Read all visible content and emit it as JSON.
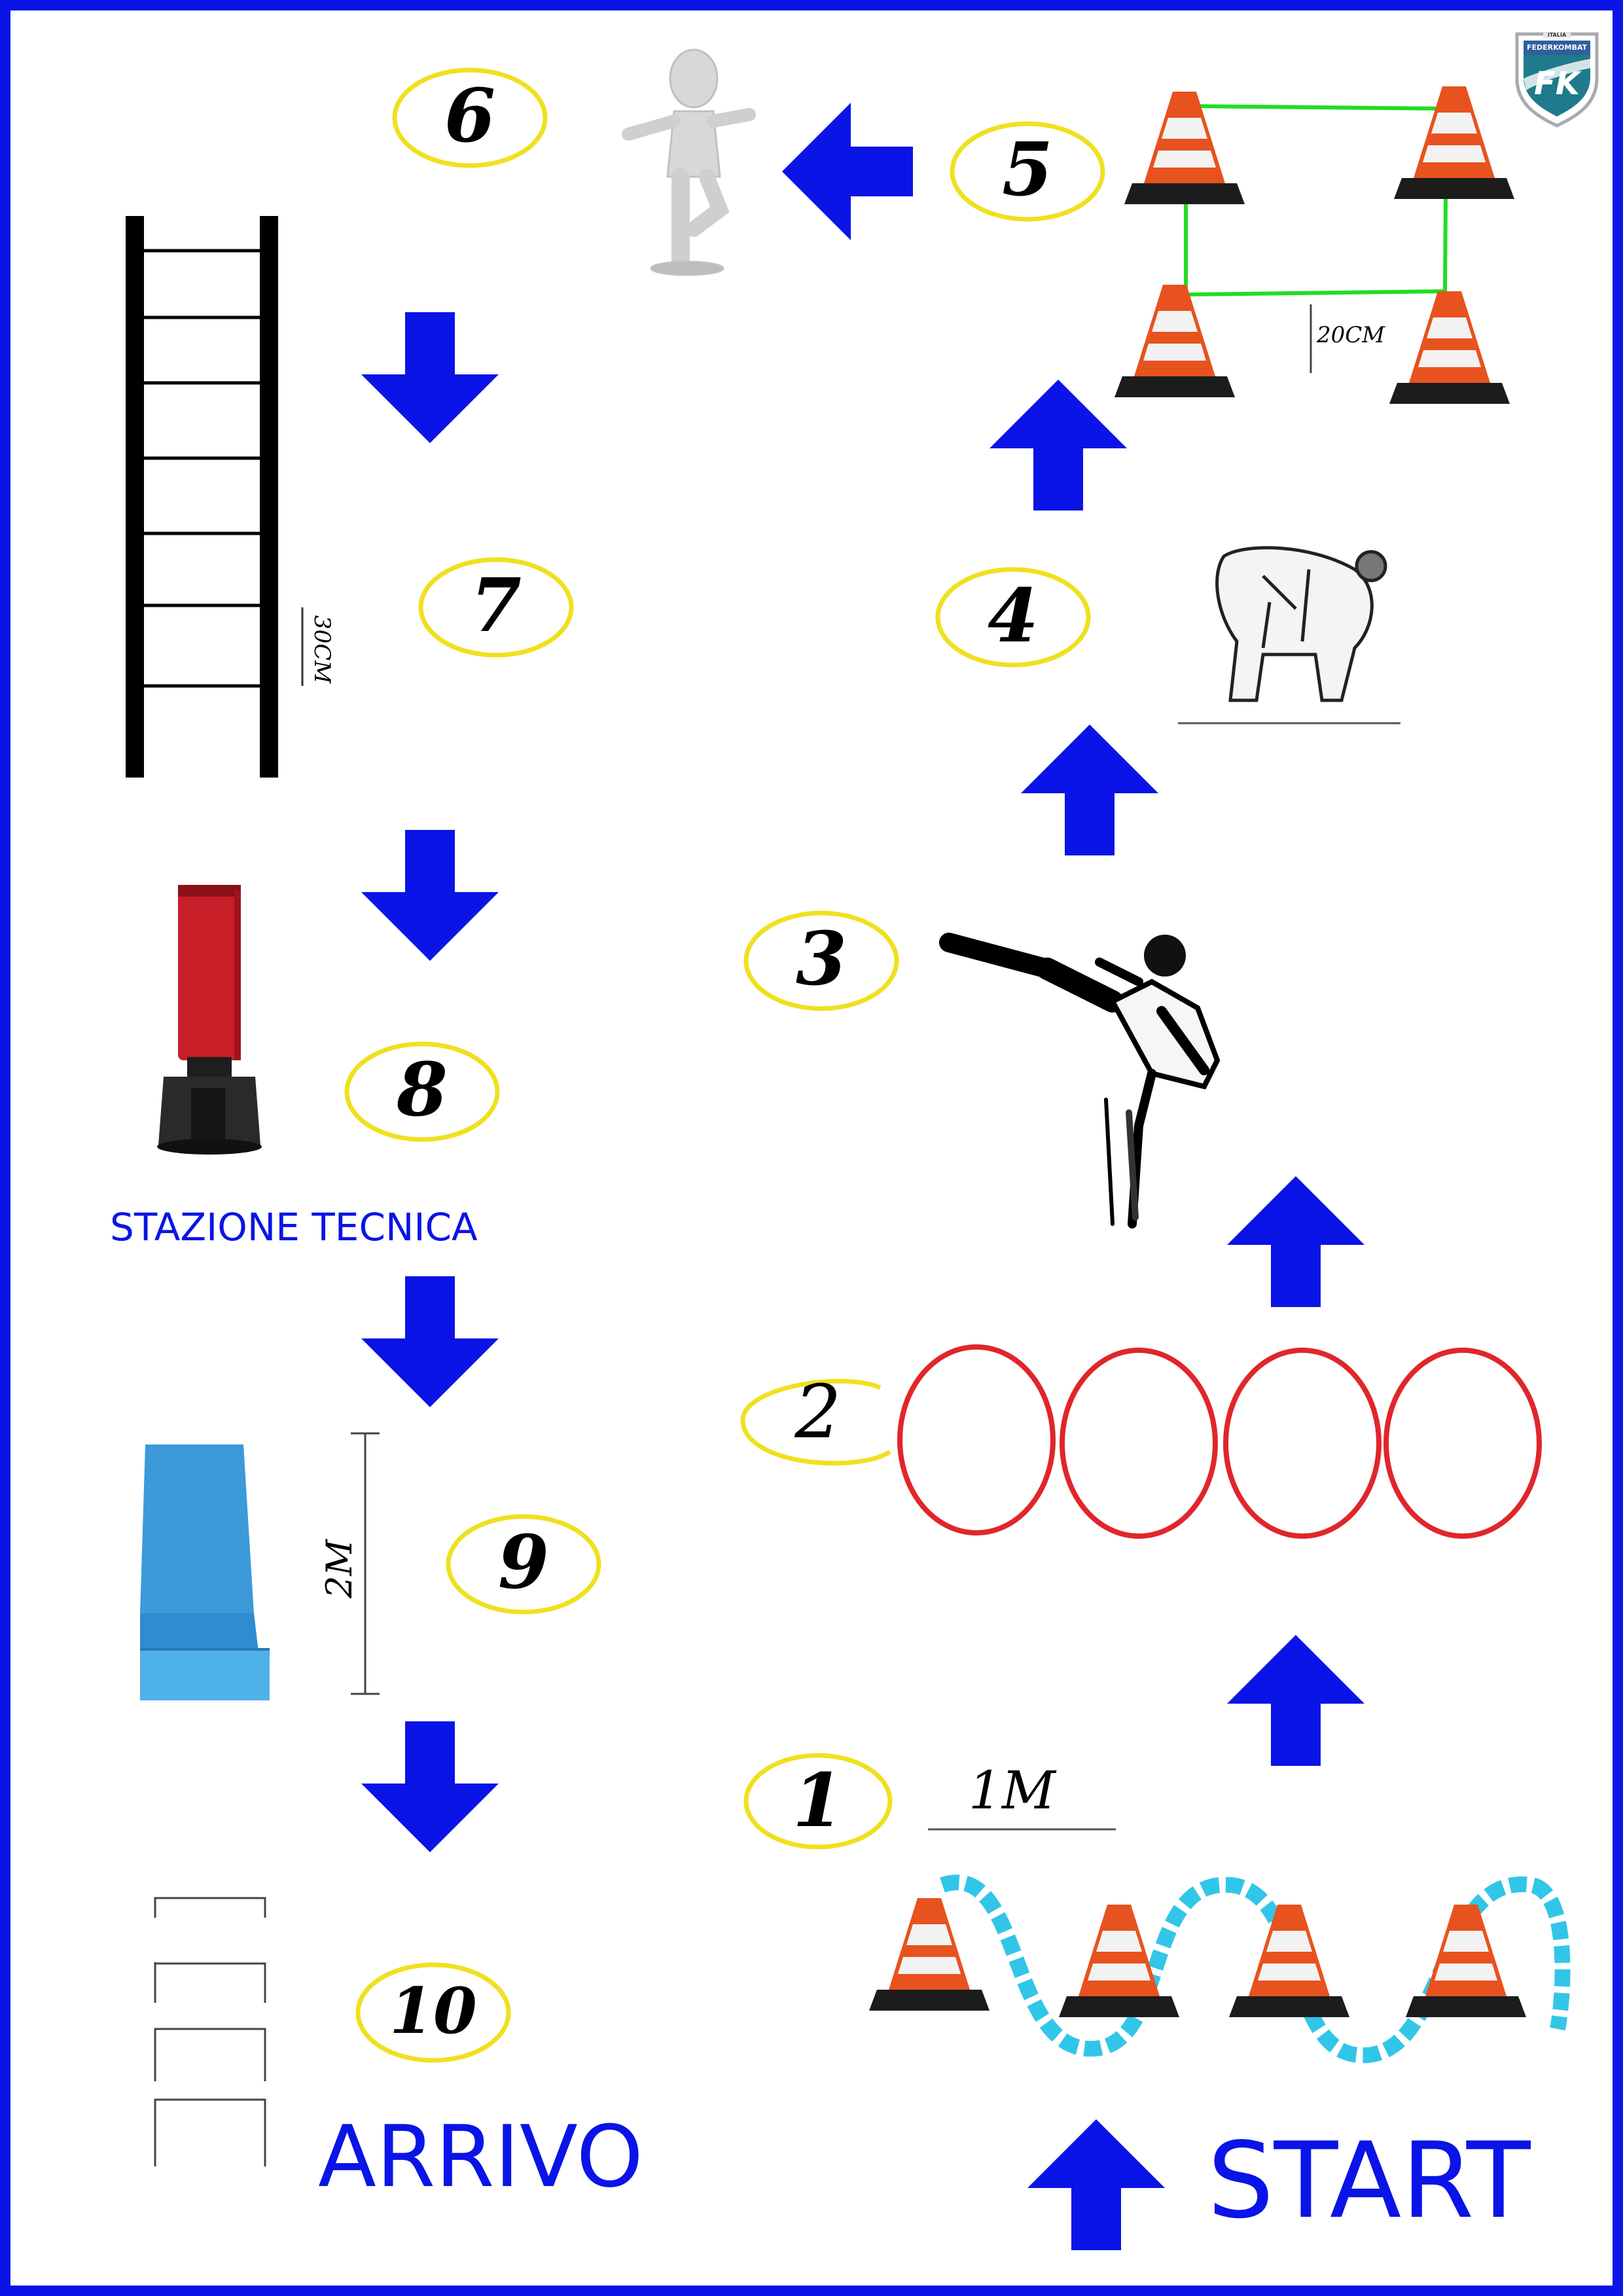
{
  "stations": [
    {
      "number": "1",
      "activity": "cone-slalom"
    },
    {
      "number": "2",
      "activity": "hoops"
    },
    {
      "number": "3",
      "activity": "high-kick"
    },
    {
      "number": "4",
      "activity": "crouch"
    },
    {
      "number": "5",
      "activity": "cone-square"
    },
    {
      "number": "6",
      "activity": "one-leg-balance"
    },
    {
      "number": "7",
      "activity": "agility-ladder"
    },
    {
      "number": "8",
      "activity": "punching-bag"
    },
    {
      "number": "9",
      "activity": "foam-beam"
    },
    {
      "number": "10",
      "activity": "hurdles"
    }
  ],
  "labels": {
    "start": "START",
    "finish": "ARRIVO",
    "technical_station": "STAZIONE TECNICA"
  },
  "dimensions": {
    "slalom_spacing": "1M",
    "square_side": "20CM",
    "ladder_rung": "30CM",
    "beam_length": "2M"
  },
  "logo": {
    "name": "FK",
    "text": "FEDERKOMBAT",
    "country": "ITALIA"
  },
  "colors": {
    "border": "#0a14e6",
    "arrow": "#0a14e6",
    "number_ring": "#f0e020",
    "hoop": "#e0262b",
    "square": "#22dd22",
    "cone": "#e8521e",
    "slalom_path": "#31c6e8",
    "punching_bag": "#c81e28",
    "beam": "#3c9ad8"
  }
}
